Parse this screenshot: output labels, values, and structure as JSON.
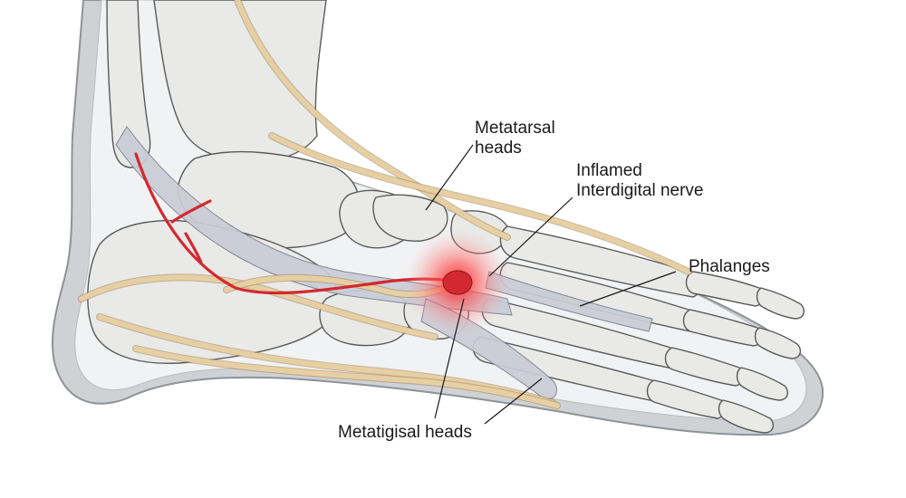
{
  "labels": {
    "metatarsal_heads": [
      "Metatarsal",
      "heads"
    ],
    "inflamed_nerve": [
      "Inflamed",
      "Interdigital nerve"
    ],
    "phalanges": "Phalanges",
    "metatigisal_heads": "Metatigisal heads"
  },
  "colors": {
    "skin_outline": "#8f9296",
    "skin_fill": "#cfd1d4",
    "soft_tissue": "#f1f2f3",
    "bone": "#e9e9e7",
    "bone_stroke": "#5a5a5a",
    "ligament": "#c9ccd6",
    "ligament_stroke": "#7b7f8c",
    "nerve": "#e7cfa4",
    "nerve_stroke": "#9c8050",
    "artery": "#d3282f",
    "inflammation": "#ff3b3b"
  }
}
